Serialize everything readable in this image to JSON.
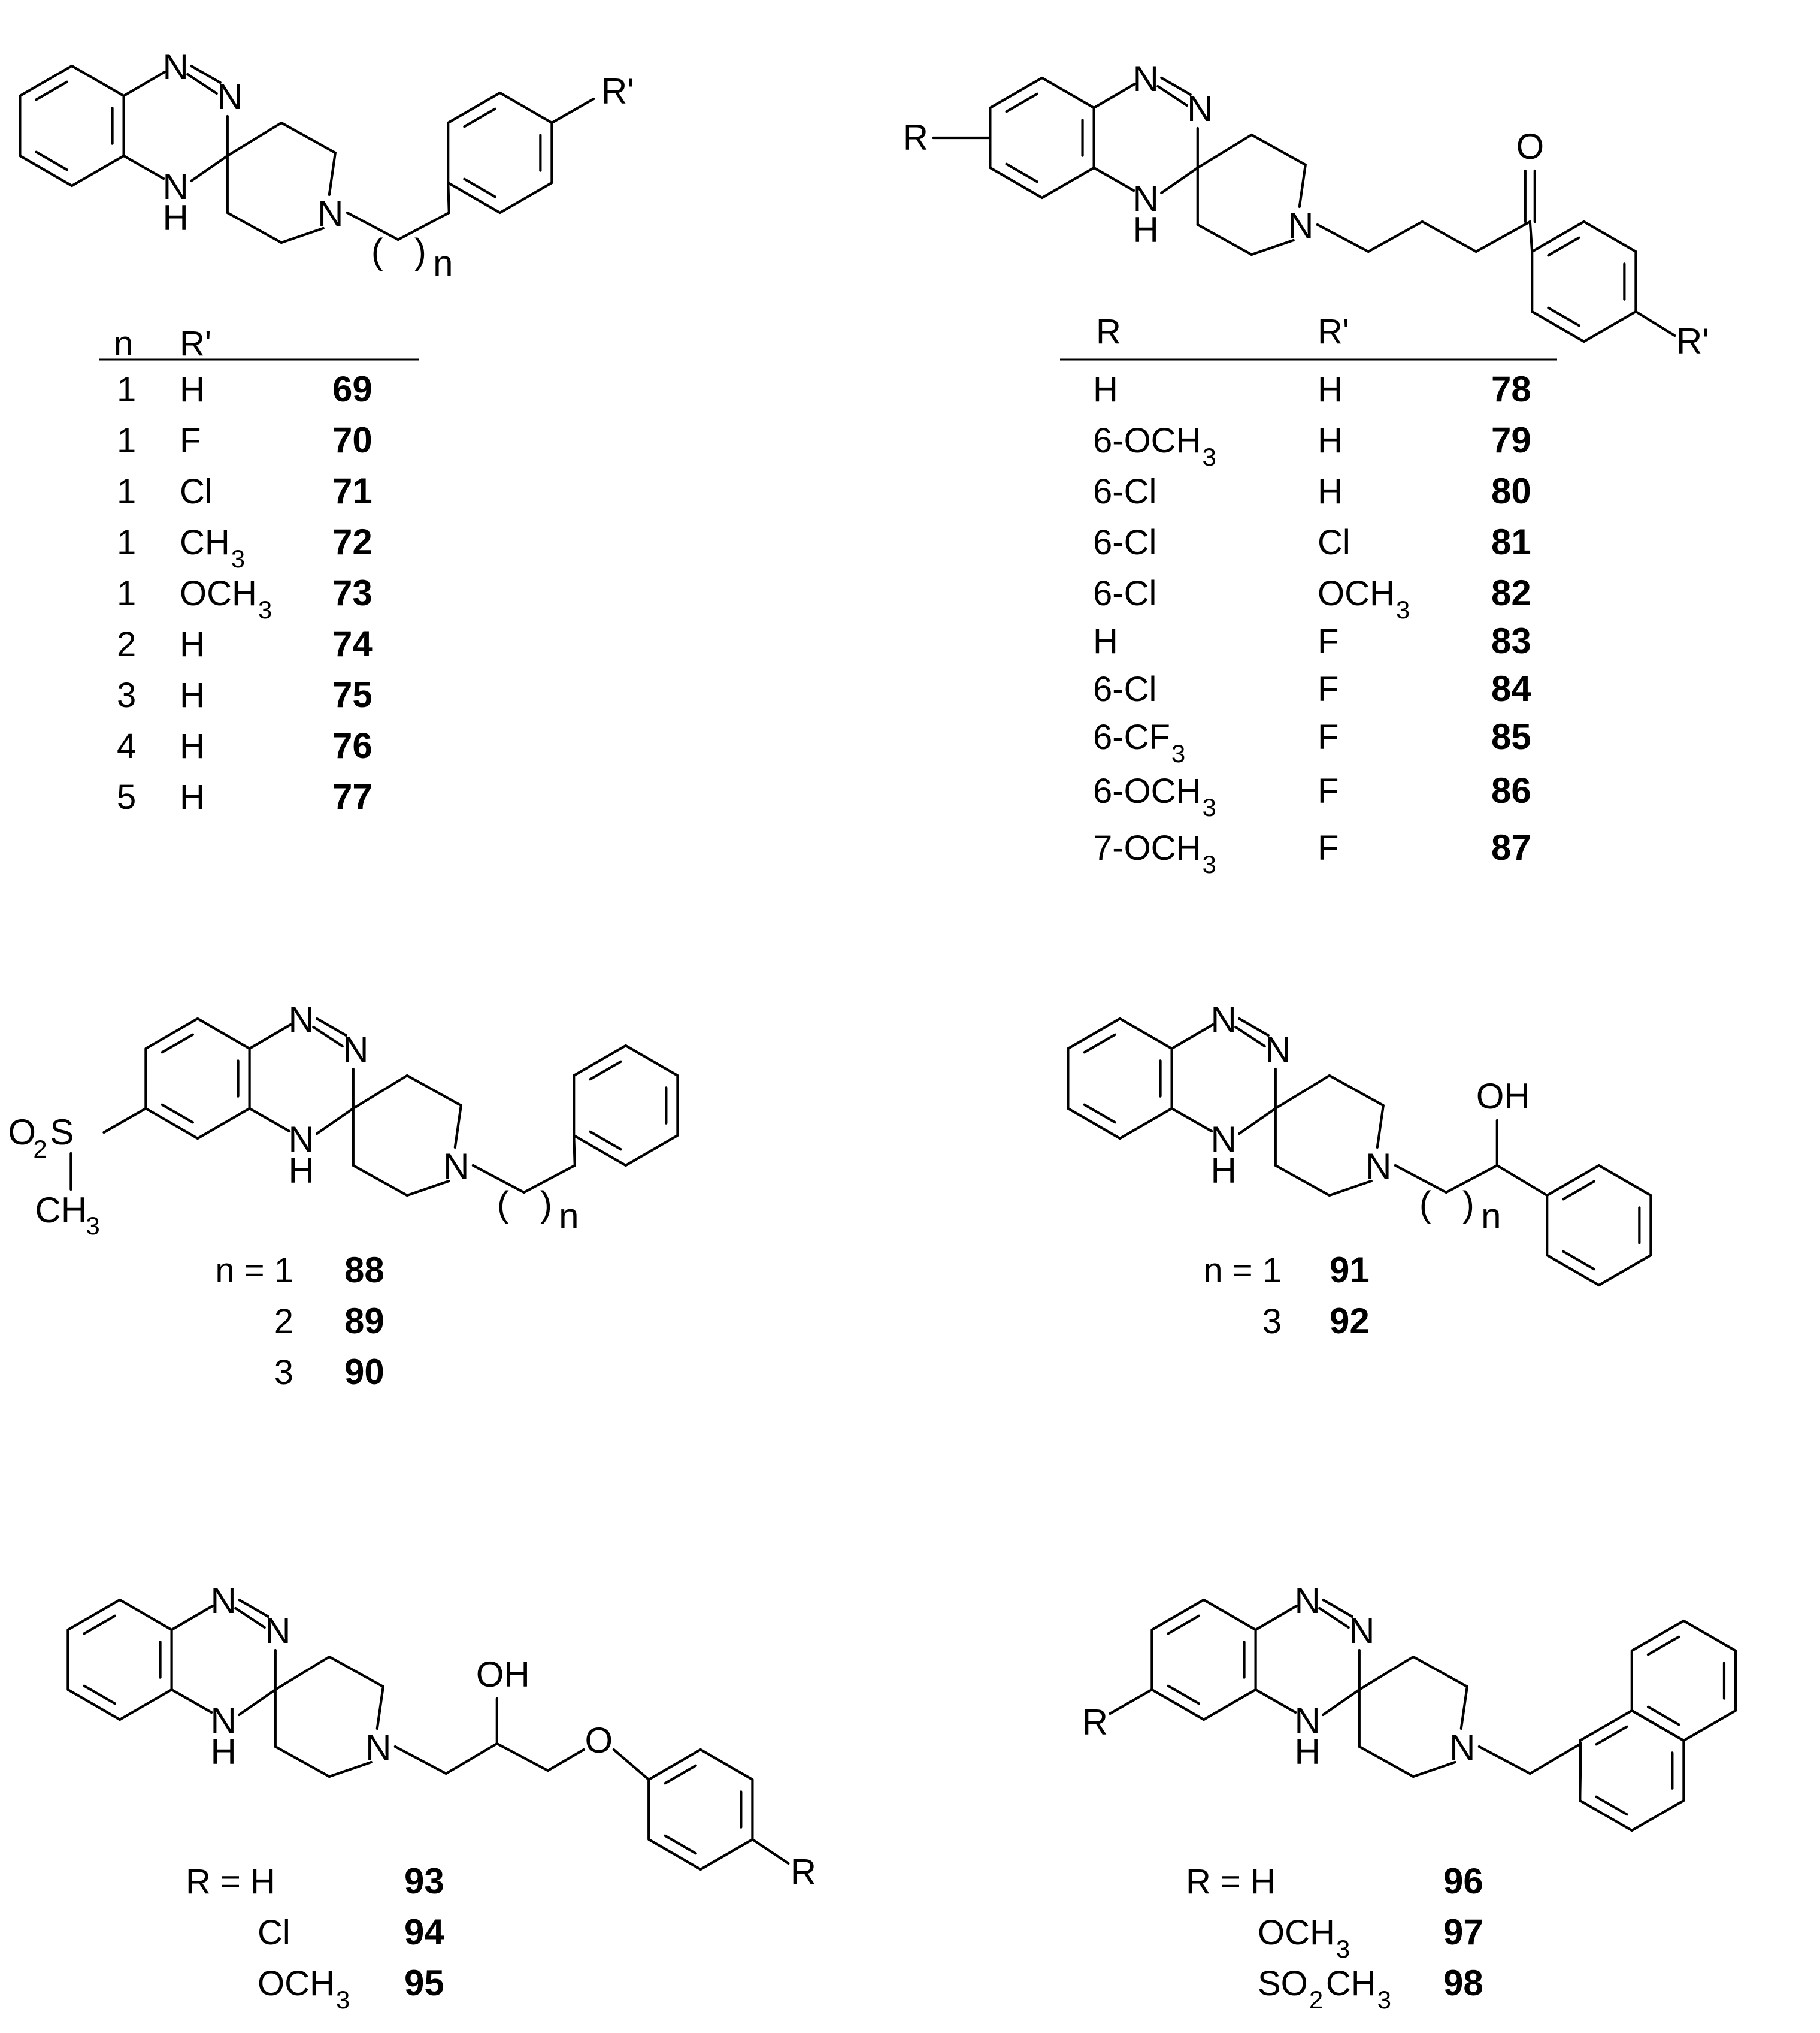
{
  "atoms": {
    "N": "N",
    "H": "H",
    "R_prime": "R'",
    "R": "R",
    "O": "O",
    "OH": "OH",
    "n": "n",
    "S": "S",
    "O2": "O",
    "two": "2",
    "CH": "CH",
    "three": "3"
  },
  "table1": {
    "headers": [
      "n",
      "R'"
    ],
    "rows": [
      {
        "n": "1",
        "r": "H",
        "id": "69"
      },
      {
        "n": "1",
        "r": "F",
        "id": "70"
      },
      {
        "n": "1",
        "r": "Cl",
        "id": "71"
      },
      {
        "n": "1",
        "r": "CH",
        "r_sub": "3",
        "id": "72"
      },
      {
        "n": "1",
        "r": "OCH",
        "r_sub": "3",
        "id": "73"
      },
      {
        "n": "2",
        "r": "H",
        "id": "74"
      },
      {
        "n": "3",
        "r": "H",
        "id": "75"
      },
      {
        "n": "4",
        "r": "H",
        "id": "76"
      },
      {
        "n": "5",
        "r": "H",
        "id": "77"
      }
    ]
  },
  "table2": {
    "headers": [
      "R",
      "R'"
    ],
    "rows": [
      {
        "r": "H",
        "rp": "H",
        "id": "78"
      },
      {
        "r": "6-OCH",
        "r_sub": "3",
        "rp": "H",
        "id": "79"
      },
      {
        "r": "6-Cl",
        "rp": "H",
        "id": "80"
      },
      {
        "r": "6-Cl",
        "rp": "Cl",
        "id": "81"
      },
      {
        "r": "6-Cl",
        "rp": "OCH",
        "rp_sub": "3",
        "id": "82"
      },
      {
        "r": "H",
        "rp": "F",
        "id": "83"
      },
      {
        "r": "6-Cl",
        "rp": "F",
        "id": "84"
      },
      {
        "r": "6-CF",
        "r_sub": "3",
        "rp": "F",
        "id": "85"
      },
      {
        "r": "6-OCH",
        "r_sub": "3",
        "rp": "F",
        "id": "86"
      },
      {
        "r": "7-OCH",
        "r_sub": "3",
        "rp": "F",
        "id": "87"
      }
    ]
  },
  "series3": {
    "label": "n = 1",
    "rows": [
      {
        "v": "n = 1",
        "id": "88"
      },
      {
        "v": "2",
        "id": "89"
      },
      {
        "v": "3",
        "id": "90"
      }
    ]
  },
  "series4": {
    "rows": [
      {
        "v": "n = 1",
        "id": "91"
      },
      {
        "v": "3",
        "id": "92"
      }
    ]
  },
  "series5": {
    "rows": [
      {
        "v": "R = H",
        "id": "93"
      },
      {
        "v": "Cl",
        "id": "94"
      },
      {
        "v": "OCH",
        "v_sub": "3",
        "id": "95"
      }
    ]
  },
  "series6": {
    "rows": [
      {
        "v": "R = H",
        "id": "96"
      },
      {
        "v": "OCH",
        "v_sub": "3",
        "id": "97"
      },
      {
        "v": "SO",
        "v_sub": "2",
        "v2": "CH",
        "v2_sub": "3",
        "id": "98"
      }
    ]
  }
}
